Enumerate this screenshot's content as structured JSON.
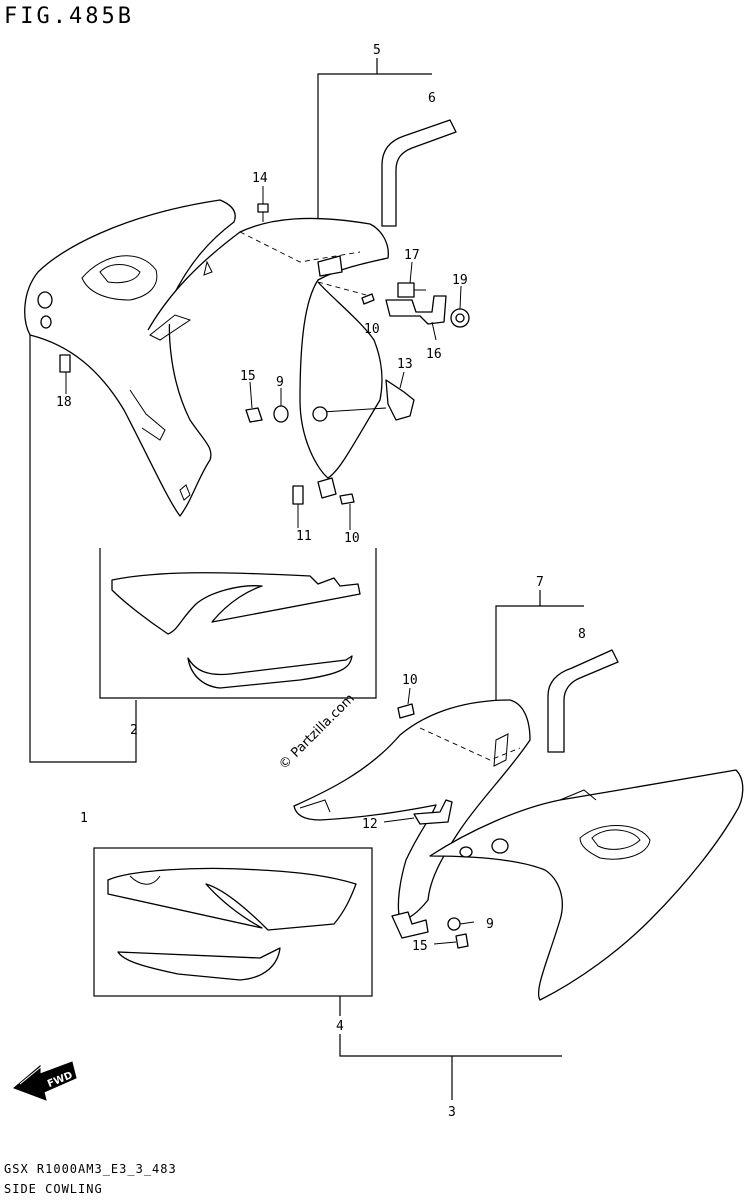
{
  "header": {
    "figure_title": "FIG.485B"
  },
  "footer": {
    "code": "GSX R1000AM3_E3_3_483",
    "section": "SIDE COWLING"
  },
  "watermark": {
    "text": "© Partzilla.com"
  },
  "fwd_indicator": {
    "text": "FWD"
  },
  "callouts": {
    "c1": "1",
    "c2": "2",
    "c3": "3",
    "c4": "4",
    "c5": "5",
    "c6": "6",
    "c7": "7",
    "c8": "8",
    "c9a": "9",
    "c9b": "9",
    "c10a": "10",
    "c10b": "10",
    "c10c": "10",
    "c11": "11",
    "c12": "12",
    "c13": "13",
    "c14": "14",
    "c15a": "15",
    "c15b": "15",
    "c16": "16",
    "c17": "17",
    "c18": "18",
    "c19": "19"
  }
}
